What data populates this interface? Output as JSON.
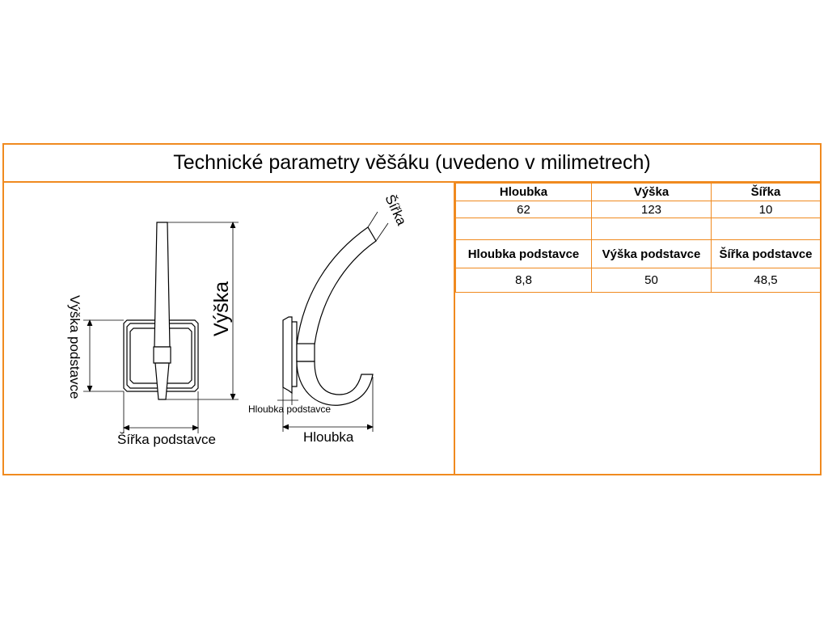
{
  "title": "Technické parametry věšáku (uvedeno v milimetrech)",
  "drawing": {
    "labels": {
      "vyska": "Výška",
      "vyska_podstavce": "Výška podstavce",
      "sirka_podstavce": "Šířka podstavce",
      "sirka": "Šířka",
      "hloubka_podstavce": "Hloubka podstavce",
      "hloubka": "Hloubka"
    }
  },
  "table": {
    "headers1": [
      "Hloubka",
      "Výška",
      "Šířka"
    ],
    "values1": [
      "62",
      "123",
      "10"
    ],
    "headers2": [
      "Hloubka podstavce",
      "Výška podstavce",
      "Šířka podstavce"
    ],
    "values2": [
      "8,8",
      "50",
      "48,5"
    ]
  },
  "colors": {
    "border": "#f08a1f",
    "line": "#000000"
  }
}
